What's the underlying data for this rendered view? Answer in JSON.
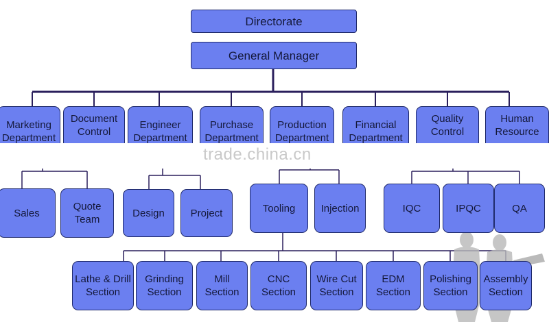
{
  "top": {
    "directorate": "Directorate",
    "general_manager": "General Manager"
  },
  "departments": [
    "Marketing\nDepartment",
    "Document\nControl",
    "Engineer\nDepartment",
    "Purchase\nDepartment",
    "Production\nDepartment",
    "Financial\nDepartment",
    "Quality\nControl",
    "Human\nResource"
  ],
  "sections": {
    "marketing": [
      "Sales",
      "Quote\nTeam"
    ],
    "engineer": [
      "Design",
      "Project"
    ],
    "production": [
      "Tooling",
      "Injection"
    ],
    "quality": [
      "IQC",
      "IPQC",
      "QA"
    ]
  },
  "tooling_sections": [
    "Lathe & Drill\nSection",
    "Grinding\nSection",
    "Mill\nSection",
    "CNC\nSection",
    "Wire Cut\nSection",
    "EDM\nSection",
    "Polishing\nSection",
    "Assembly\nSection"
  ],
  "watermark": "trade.china.cn",
  "colors": {
    "box_fill": "#6b7ff0",
    "box_border": "#1f2a6b",
    "connector": "#2a1f5c",
    "text": "#14183a"
  }
}
